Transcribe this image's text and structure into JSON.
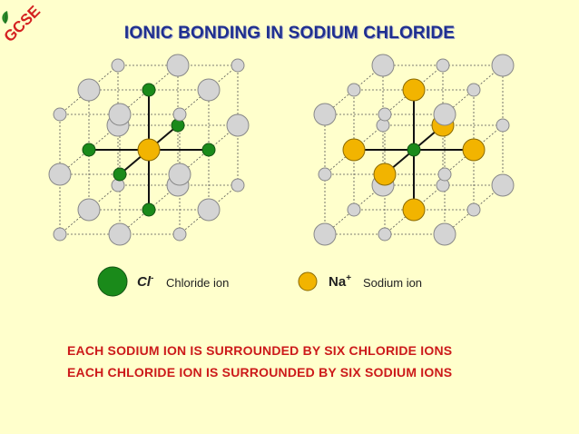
{
  "badge": {
    "text": "GCSE",
    "color": "#d42020",
    "leaf_icon": "leaf-icon"
  },
  "title": "IONIC BONDING IN SODIUM CHLORIDE",
  "colors": {
    "chloride": "#1a8a1a",
    "sodium": "#f2b400",
    "neutral": "#d4d4d4",
    "title": "#1f2f8f",
    "caption": "#cc1a1a",
    "background": "#ffffcc"
  },
  "legend": {
    "chloride": {
      "symbol": "Cl",
      "charge": "-",
      "label": "Chloride ion"
    },
    "sodium": {
      "symbol": "Na",
      "charge": "+",
      "label": "Sodium ion"
    }
  },
  "captions": [
    "EACH SODIUM ION IS SURROUNDED BY SIX CHLORIDE IONS",
    "EACH CHLORIDE ION IS SURROUNDED BY SIX SODIUM IONS"
  ],
  "lattices": [
    {
      "name": "sodium-centred",
      "center": "sodium",
      "neighbors": "chloride"
    },
    {
      "name": "chloride-centred",
      "center": "chloride",
      "neighbors": "sodium"
    }
  ]
}
